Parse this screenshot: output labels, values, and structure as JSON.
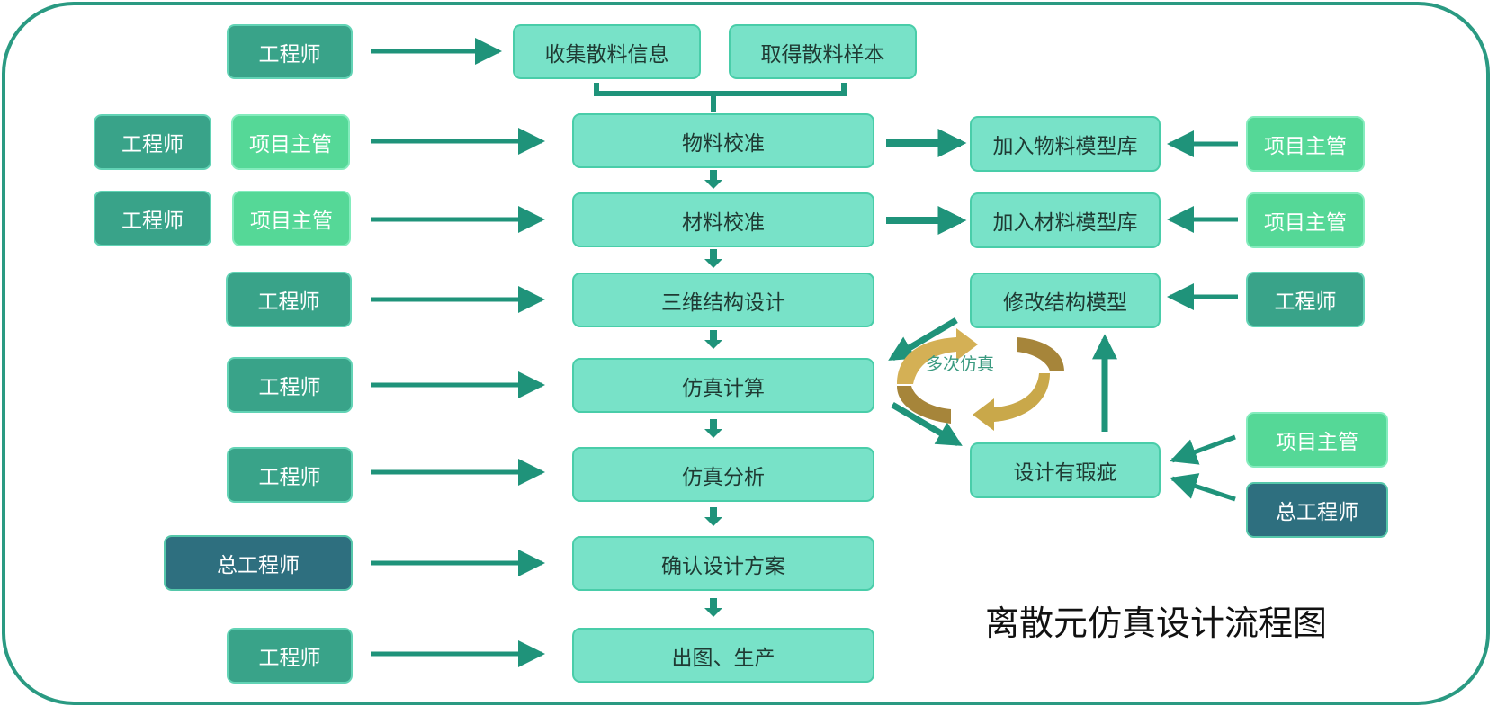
{
  "title": "离散元仿真设计流程图",
  "top_row": {
    "engineer": "工程师",
    "collect": "收集散料信息",
    "sample": "取得散料样本"
  },
  "steps": [
    "物料校准",
    "材料校准",
    "三维结构设计",
    "仿真计算",
    "仿真分析",
    "确认设计方案",
    "出图、生产"
  ],
  "left_roles": {
    "row1_outer": "工程师",
    "row1_inner": "项目主管",
    "row2_outer": "工程师",
    "row2_inner": "项目主管",
    "row3": "工程师",
    "row4": "工程师",
    "row5": "工程师",
    "row6": "总工程师",
    "row7": "工程师"
  },
  "right_side": {
    "material_lib": "加入物料模型库",
    "material_lib_role": "项目主管",
    "stuff_lib": "加入材料模型库",
    "stuff_lib_role": "项目主管",
    "modify": "修改结构模型",
    "modify_role": "工程师",
    "defect": "设计有瑕疵",
    "defect_role_pm": "项目主管",
    "defect_role_chief": "总工程师",
    "cycle_label": "多次仿真"
  },
  "colors": {
    "frame": "#2a9a82",
    "arrow": "#1f937a",
    "step_fill": "#78e2c8",
    "engineer_fill": "#39a389",
    "manager_fill": "#55d897",
    "chief_fill": "#2e6f7f",
    "cycle_gold": "#c9a84a"
  }
}
